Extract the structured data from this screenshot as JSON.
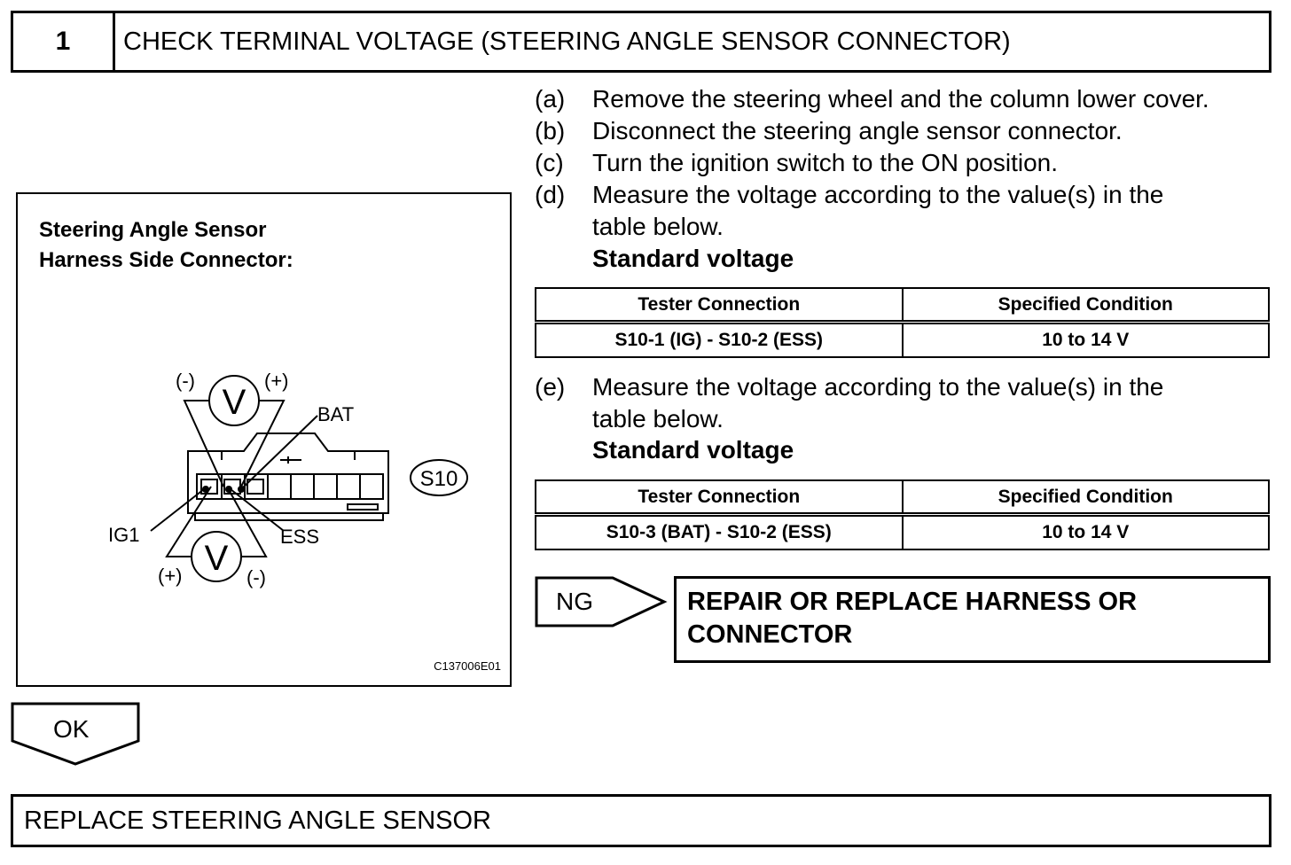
{
  "header": {
    "step_number": "1",
    "title": "CHECK TERMINAL VOLTAGE (STEERING ANGLE SENSOR CONNECTOR)"
  },
  "figure": {
    "caption_line1": "Steering Angle Sensor",
    "caption_line2": "Harness Side Connector:",
    "figure_id": "C137006E01",
    "labels": {
      "voltmeter_top_neg": "(-)",
      "voltmeter_top_pos": "(+)",
      "voltmeter_symbol": "V",
      "bat": "BAT",
      "ig1": "IG1",
      "ess": "ESS",
      "connector_code": "S10",
      "voltmeter_bottom_pos": "(+)",
      "voltmeter_bottom_neg": "(-)"
    }
  },
  "steps": [
    {
      "label": "(a)",
      "text": "Remove the steering wheel and the column lower cover."
    },
    {
      "label": "(b)",
      "text": "Disconnect the steering angle sensor connector."
    },
    {
      "label": "(c)",
      "text": "Turn the ignition switch to the ON position."
    },
    {
      "label": "(d)",
      "text": "Measure the voltage according to the value(s) in the",
      "text2": "table below.",
      "subhead": "Standard voltage"
    },
    {
      "label": "(e)",
      "text": "Measure the voltage according to the value(s) in the",
      "text2": "table below.",
      "subhead": "Standard voltage"
    }
  ],
  "table1": {
    "headers": [
      "Tester Connection",
      "Specified Condition"
    ],
    "rows": [
      [
        "S10-1 (IG) - S10-2 (ESS)",
        "10 to 14 V"
      ]
    ]
  },
  "table2": {
    "headers": [
      "Tester Connection",
      "Specified Condition"
    ],
    "rows": [
      [
        "S10-3 (BAT) - S10-2 (ESS)",
        "10 to 14 V"
      ]
    ]
  },
  "ng": {
    "label": "NG",
    "line1": "REPAIR OR REPLACE HARNESS OR",
    "line2": "CONNECTOR"
  },
  "ok": {
    "label": "OK"
  },
  "final": {
    "text": "REPLACE STEERING ANGLE SENSOR"
  }
}
